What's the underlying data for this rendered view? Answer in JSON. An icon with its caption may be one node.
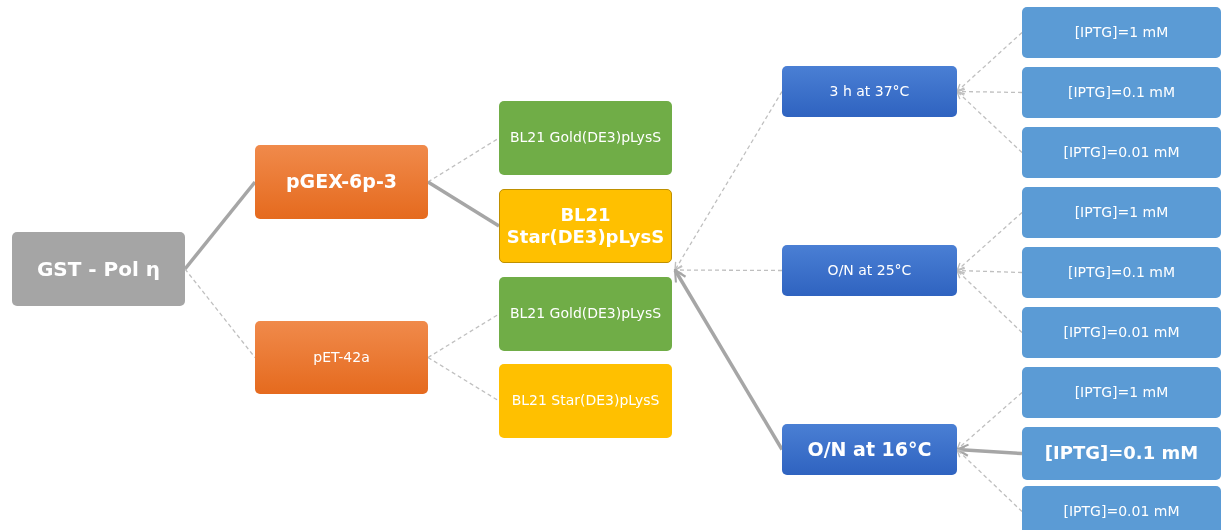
{
  "diagram": {
    "nodes": [
      {
        "text": [
          "GST - Pol η"
        ]
      },
      {
        "text": [
          "pGEX-6p-3"
        ]
      },
      {
        "text": [
          "pET-42a"
        ]
      },
      {
        "text": [
          "BL21 Gold(DE3)pLysS"
        ]
      },
      {
        "text": [
          "BL21 Star(DE3)pLysS"
        ]
      },
      {
        "text": [
          "BL21 Gold(DE3)pLysS"
        ]
      },
      {
        "text": [
          "BL21 Star(DE3)pLysS"
        ]
      },
      {
        "text": [
          "3 h at 37°C"
        ]
      },
      {
        "text": [
          "O/N at 25°C"
        ]
      },
      {
        "text": [
          "O/N at 16°C"
        ]
      },
      {
        "text": [
          "[IPTG]=1 mM"
        ]
      },
      {
        "text": [
          "[IPTG]=0.1 mM"
        ]
      },
      {
        "text": [
          "[IPTG]=0.01 mM"
        ]
      },
      {
        "text": [
          "[IPTG]=1 mM"
        ]
      },
      {
        "text": [
          "[IPTG]=0.1 mM"
        ]
      },
      {
        "text": [
          "[IPTG]=0.01 mM"
        ]
      },
      {
        "text": [
          "[IPTG]=1 mM"
        ]
      },
      {
        "text": [
          "[IPTG]=0.1 mM"
        ]
      },
      {
        "text": [
          "[IPTG]=0.01 mM"
        ]
      }
    ],
    "edges": [
      {
        "from": 0,
        "to": 1,
        "arrow": "none",
        "style": "thick"
      },
      {
        "from": 0,
        "to": 2,
        "arrow": "none",
        "style": "dashed"
      },
      {
        "from": 1,
        "to": 3,
        "arrow": "none",
        "style": "dashed"
      },
      {
        "from": 1,
        "to": 4,
        "arrow": "none",
        "style": "thick"
      },
      {
        "from": 2,
        "to": 5,
        "arrow": "none",
        "style": "dashed"
      },
      {
        "from": 2,
        "to": 6,
        "arrow": "none",
        "style": "dashed"
      },
      {
        "from": 7,
        "to": 4,
        "arrow": "to",
        "style": "dashed"
      },
      {
        "from": 8,
        "to": 4,
        "arrow": "to",
        "style": "dashed"
      },
      {
        "from": 9,
        "to": 4,
        "arrow": "to",
        "style": "thick"
      },
      {
        "from": 10,
        "to": 7,
        "arrow": "to",
        "style": "dashed"
      },
      {
        "from": 11,
        "to": 7,
        "arrow": "to",
        "style": "dashed"
      },
      {
        "from": 12,
        "to": 7,
        "arrow": "to",
        "style": "dashed"
      },
      {
        "from": 13,
        "to": 8,
        "arrow": "to",
        "style": "dashed"
      },
      {
        "from": 14,
        "to": 8,
        "arrow": "to",
        "style": "dashed"
      },
      {
        "from": 15,
        "to": 8,
        "arrow": "to",
        "style": "dashed"
      },
      {
        "from": 16,
        "to": 9,
        "arrow": "to",
        "style": "dashed"
      },
      {
        "from": 17,
        "to": 9,
        "arrow": "to",
        "style": "thick"
      },
      {
        "from": 18,
        "to": 9,
        "arrow": "to",
        "style": "dashed"
      }
    ]
  }
}
